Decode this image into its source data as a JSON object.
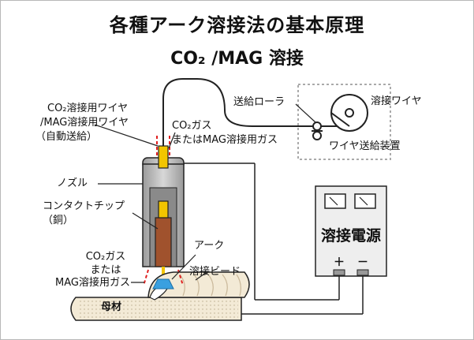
{
  "title": "各種アーク溶接法の基本原理",
  "subtitle": "CO₂ /MAG 溶接",
  "labels": {
    "wire_line1": "CO₂溶接用ワイヤ",
    "wire_line2": "/MAG溶接用ワイヤ",
    "wire_line3": "（自動送給）",
    "gas_top_line1": "CO₂ガス",
    "gas_top_line2": "またはMAG溶接用ガス",
    "feed_roller": "送給ローラ",
    "weld_wire": "溶接ワイヤ",
    "wire_feeder": "ワイヤ送給装置",
    "nozzle": "ノズル",
    "contact_tip_line1": "コンタクトチップ",
    "contact_tip_line2": "（銅）",
    "arc": "アーク",
    "gas_bottom_line1": "CO₂ガス",
    "gas_bottom_line2": "または",
    "gas_bottom_line3": "MAG溶接用ガス",
    "weld_bead": "溶接ビード",
    "base_metal": "母材",
    "power_source": "溶接電源",
    "plus": "＋",
    "minus": "－"
  },
  "colors": {
    "nozzle": "#b8b8b8",
    "nozzle_inner": "#8a8a8a",
    "contact_tip": "#a0522d",
    "wire_tip": "#f2c500",
    "gas_arrow": "#e02020",
    "arc": "#3aa0e0",
    "base_metal": "#f3ead6",
    "power_source": "#eeeeee",
    "feeder_box": "#aaaaaa"
  }
}
